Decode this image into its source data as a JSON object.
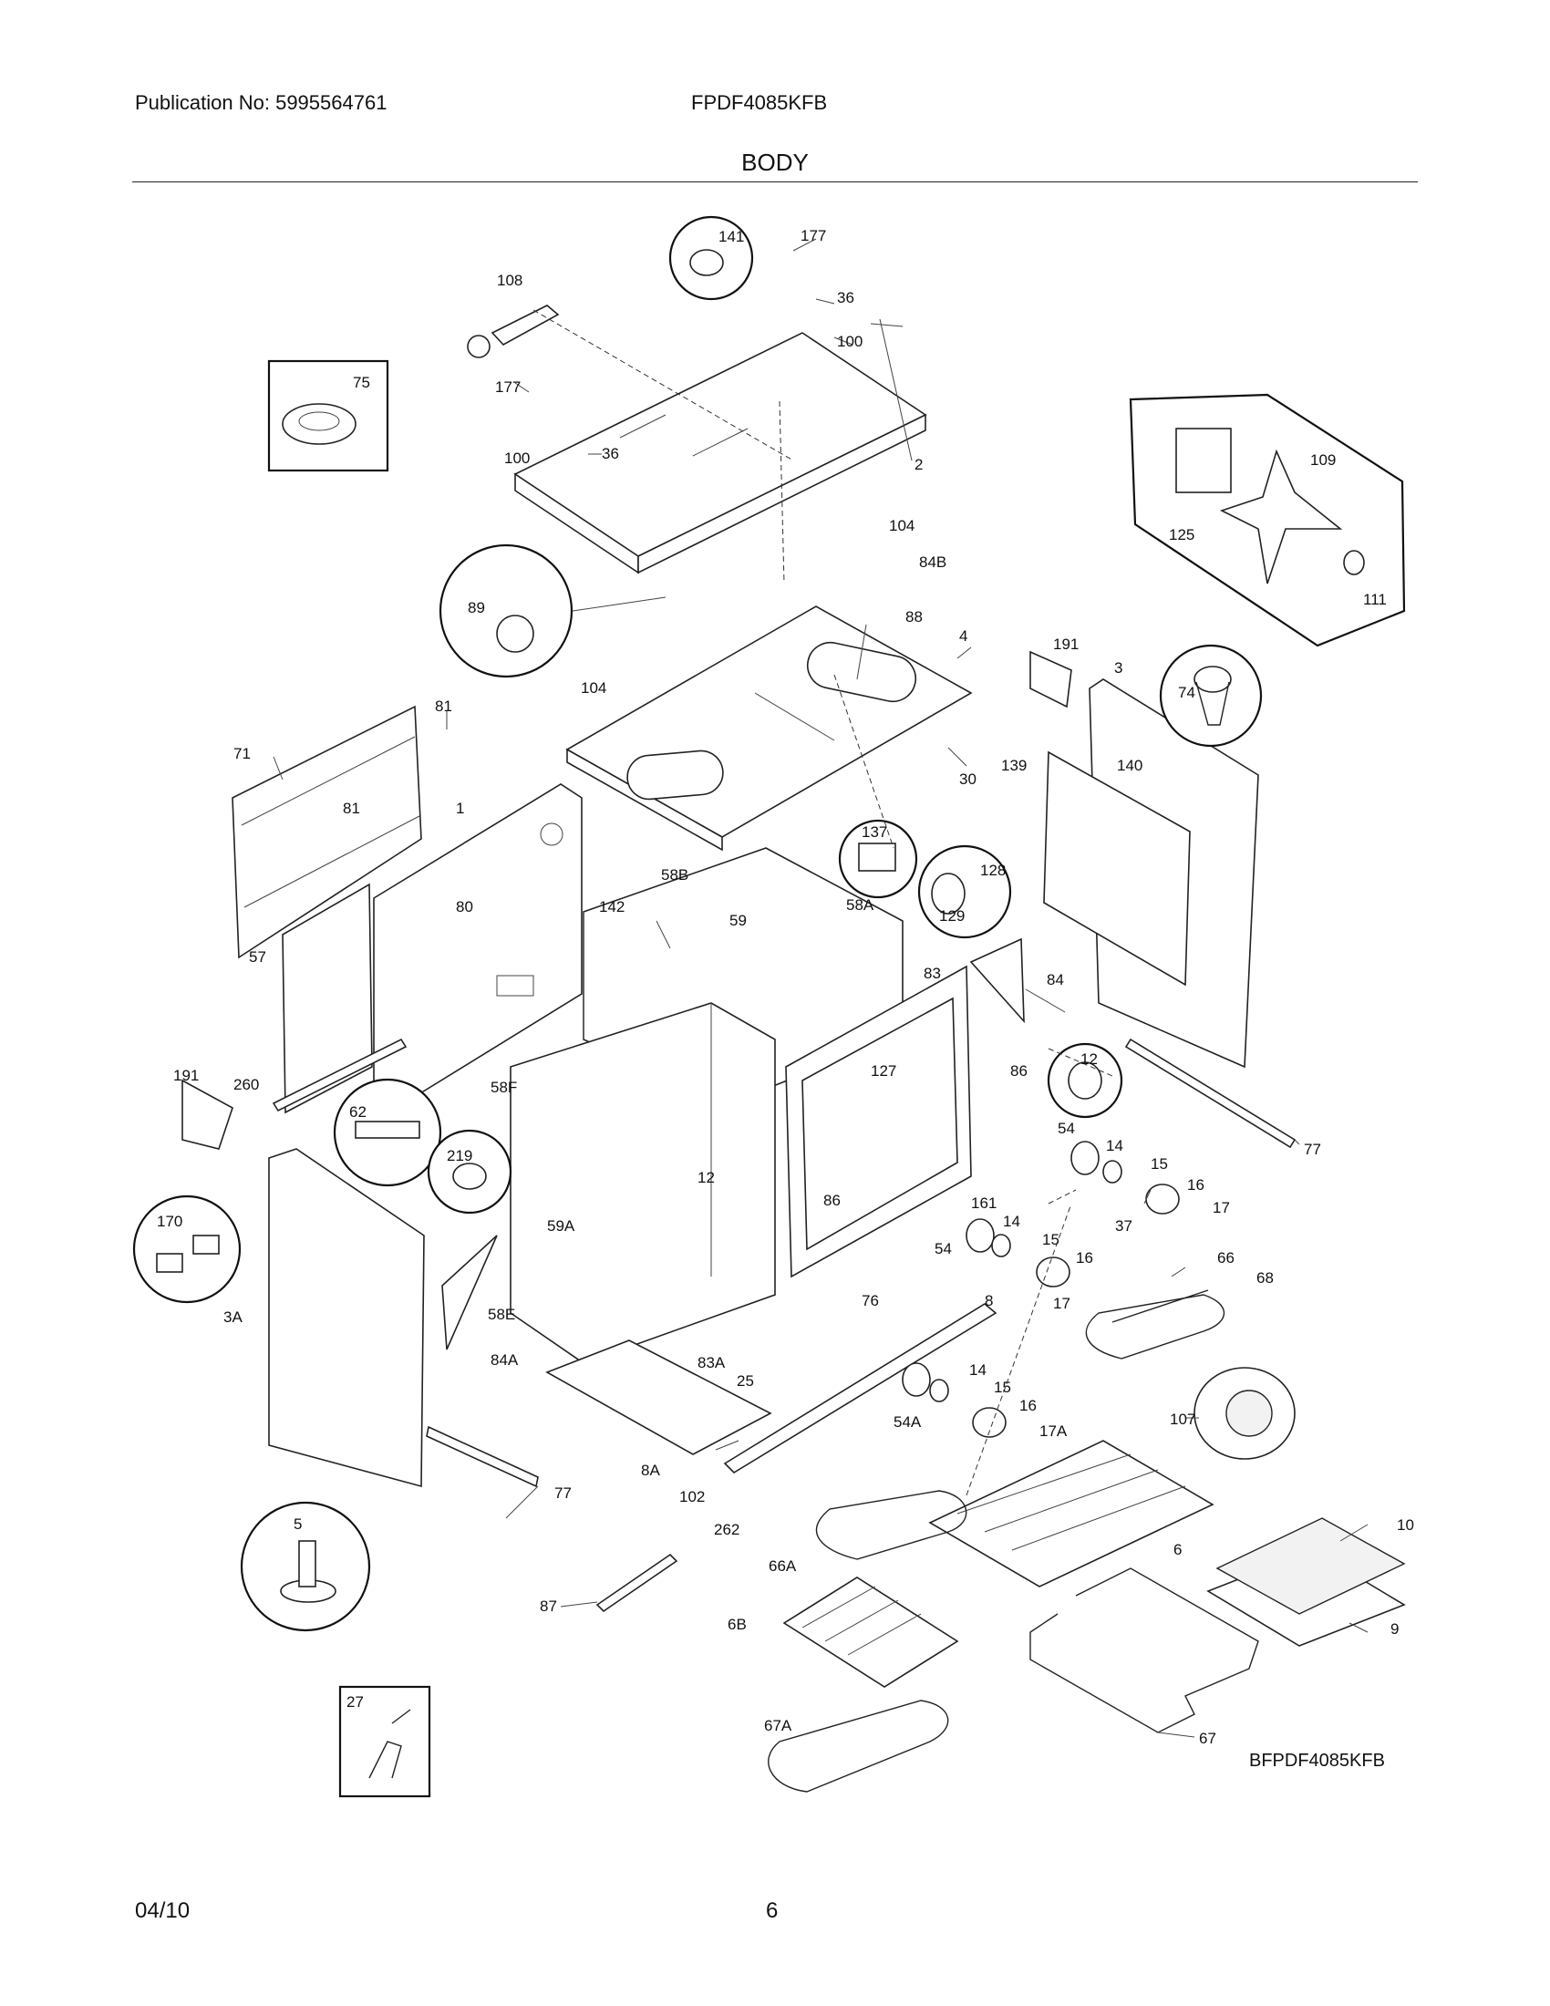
{
  "header": {
    "publication": "Publication No: 5995564761",
    "model": "FPDF4085KFB",
    "section": "BODY"
  },
  "footer": {
    "date": "04/10",
    "page": "6"
  },
  "figure_code": "BFPDF4085KFB",
  "callouts": {
    "c177a": "177",
    "c141": "141",
    "c108": "108",
    "c36a": "36",
    "c100a": "100",
    "c75": "75",
    "c177b": "177",
    "c100b": "100",
    "c36b": "36",
    "c2": "2",
    "c109": "109",
    "c125": "125",
    "c111": "111",
    "c104a": "104",
    "c84b": "84B",
    "c89": "89",
    "c88": "88",
    "c4": "4",
    "c191a": "191",
    "c3": "3",
    "c74": "74",
    "c104b": "104",
    "c81a": "81",
    "c71": "71",
    "c81b": "81",
    "c1": "1",
    "c30": "30",
    "c139": "139",
    "c140": "140",
    "c137": "137",
    "c128": "128",
    "c129": "129",
    "c58b": "58B",
    "c142": "142",
    "c80": "80",
    "c59": "59",
    "c58a": "58A",
    "c57": "57",
    "c83": "83",
    "c84": "84",
    "c191b": "191",
    "c260": "260",
    "c58f": "58F",
    "c62": "62",
    "c127": "127",
    "c12a": "12",
    "c86a": "86",
    "c54a": "54",
    "c14a": "14",
    "c15a": "15",
    "c16a": "16",
    "c17a": "17",
    "c77a": "77",
    "c219": "219",
    "c170": "170",
    "c59a": "59A",
    "c12b": "12",
    "c86b": "86",
    "c161": "161",
    "c14b": "14",
    "c37": "37",
    "c54b": "54",
    "c15b": "15",
    "c16b": "16",
    "c66": "66",
    "c68": "68",
    "c17b": "17",
    "c3a": "3A",
    "c58e": "58E",
    "c76": "76",
    "c8": "8",
    "c84a": "84A",
    "c83a": "83A",
    "c25": "25",
    "c14c": "14",
    "c15c": "15",
    "c16c": "16",
    "c107": "107",
    "c54aa": "54A",
    "c17aa": "17A",
    "c8a": "8A",
    "c102": "102",
    "c77b": "77",
    "c262": "262",
    "c5": "5",
    "c66a": "66A",
    "c6": "6",
    "c10": "10",
    "c87": "87",
    "c6b": "6B",
    "c9": "9",
    "c27": "27",
    "c67a": "67A",
    "c67": "67"
  }
}
